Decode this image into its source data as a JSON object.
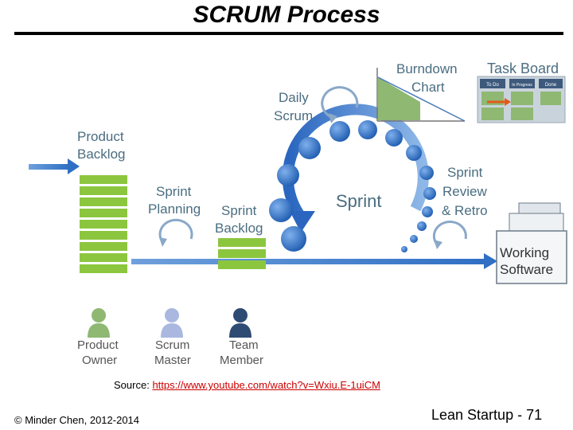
{
  "slide": {
    "title": "SCRUM Process",
    "source_label": "Source:",
    "source_url": "https://www.youtube.com/watch?v=Wxiu.E-1uiCM",
    "footer_left": "© Minder Chen, 2012-2014",
    "footer_right": "Lean Startup - 71"
  },
  "diagram": {
    "product_backlog": [
      "Product",
      "Backlog"
    ],
    "sprint_planning": [
      "Sprint",
      "Planning"
    ],
    "sprint_backlog": [
      "Sprint",
      "Backlog"
    ],
    "daily_scrum": [
      "Daily",
      "Scrum"
    ],
    "sprint": "Sprint",
    "sprint_review": [
      "Sprint",
      "Review",
      "& Retro"
    ],
    "burndown": [
      "Burndown",
      "Chart"
    ],
    "task_board": {
      "title": "Task Board",
      "columns": [
        "To Do",
        "In Progress",
        "Done"
      ]
    },
    "working_software": [
      "Working",
      "Software"
    ],
    "roles": [
      {
        "line1": "Product",
        "line2": "Owner",
        "color": "#8fb872"
      },
      {
        "line1": "Scrum",
        "line2": "Master",
        "color": "#aab8e0"
      },
      {
        "line1": "Team",
        "line2": "Member",
        "color": "#2e4b73"
      }
    ]
  },
  "colors": {
    "accent_blue": "#3f7fcf",
    "backlog_green": "#8cc63f",
    "label_blue": "#4a6d80"
  }
}
